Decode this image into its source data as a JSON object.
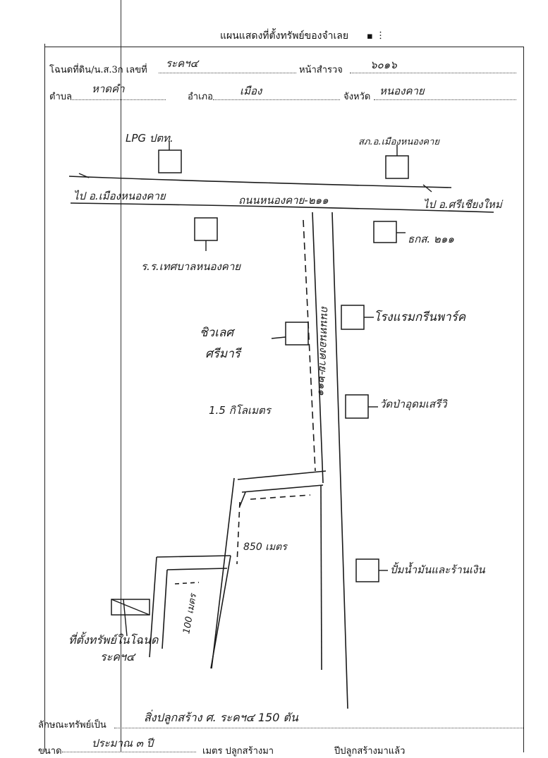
{
  "header": {
    "title": "แผนแสดงที่ตั้งทรัพย์ของจำเลย"
  },
  "form": {
    "deed_label": "โฉนดที่ดิน/น.ส.3ก เลขที่",
    "deed_value": "ระคฯ๔",
    "survey_label": "หน้าสำรวจ",
    "survey_value": "๖๐๑๖",
    "subdistrict_label": "ตำบล",
    "subdistrict_value": "หาดคำ",
    "district_label": "อำเภอ",
    "district_value": "เมือง",
    "province_label": "จังหวัด",
    "province_value": "หนองคาย",
    "property_label": "ลักษณะทรัพย์เป็น",
    "property_value": "สิ่งปลูกสร้าง ศ. ระคฯ๔ 150 ตัน",
    "size_label": "ขนาด",
    "size_value": "ประมาณ ๓ ปี",
    "built_label": "เมตร ปลูกสร้างมา",
    "year_label": "ปีปลูกสร้างมาแล้ว"
  },
  "map": {
    "landmark_lpg": "LPG ปตท.",
    "landmark_police": "สภ.อ.เมืองหนองคาย",
    "road_main": "ถนนหนองคาย-๒๑๑",
    "dir_left": "ไป อ.เมืองหนองคาย",
    "dir_right": "ไป อ.ศรีเชียงใหม่",
    "landmark_school": "ร.ร.เทศบาลหนองคาย",
    "landmark_bank": "ธกส. ๒๑๑",
    "road_side": "ถนนหนองคาย-๒๑๑",
    "landmark_hotel": "โรงแรมกรีนพาร์ค",
    "landmark_shop_1": "ชิวเลศ",
    "landmark_shop_2": "ศรีมารี",
    "landmark_temple": "วัดป่าอุดมเสรีวิ",
    "distance_1": "1.5 กิโลเมตร",
    "distance_2": "850 เมตร",
    "distance_3": "100 เมตร",
    "landmark_station": "ปั้มน้ำมันและร้านเงิน",
    "target_label": "ที่ตั้งทรัพย์ในโฉนด",
    "target_number": "ระคฯ๔"
  }
}
